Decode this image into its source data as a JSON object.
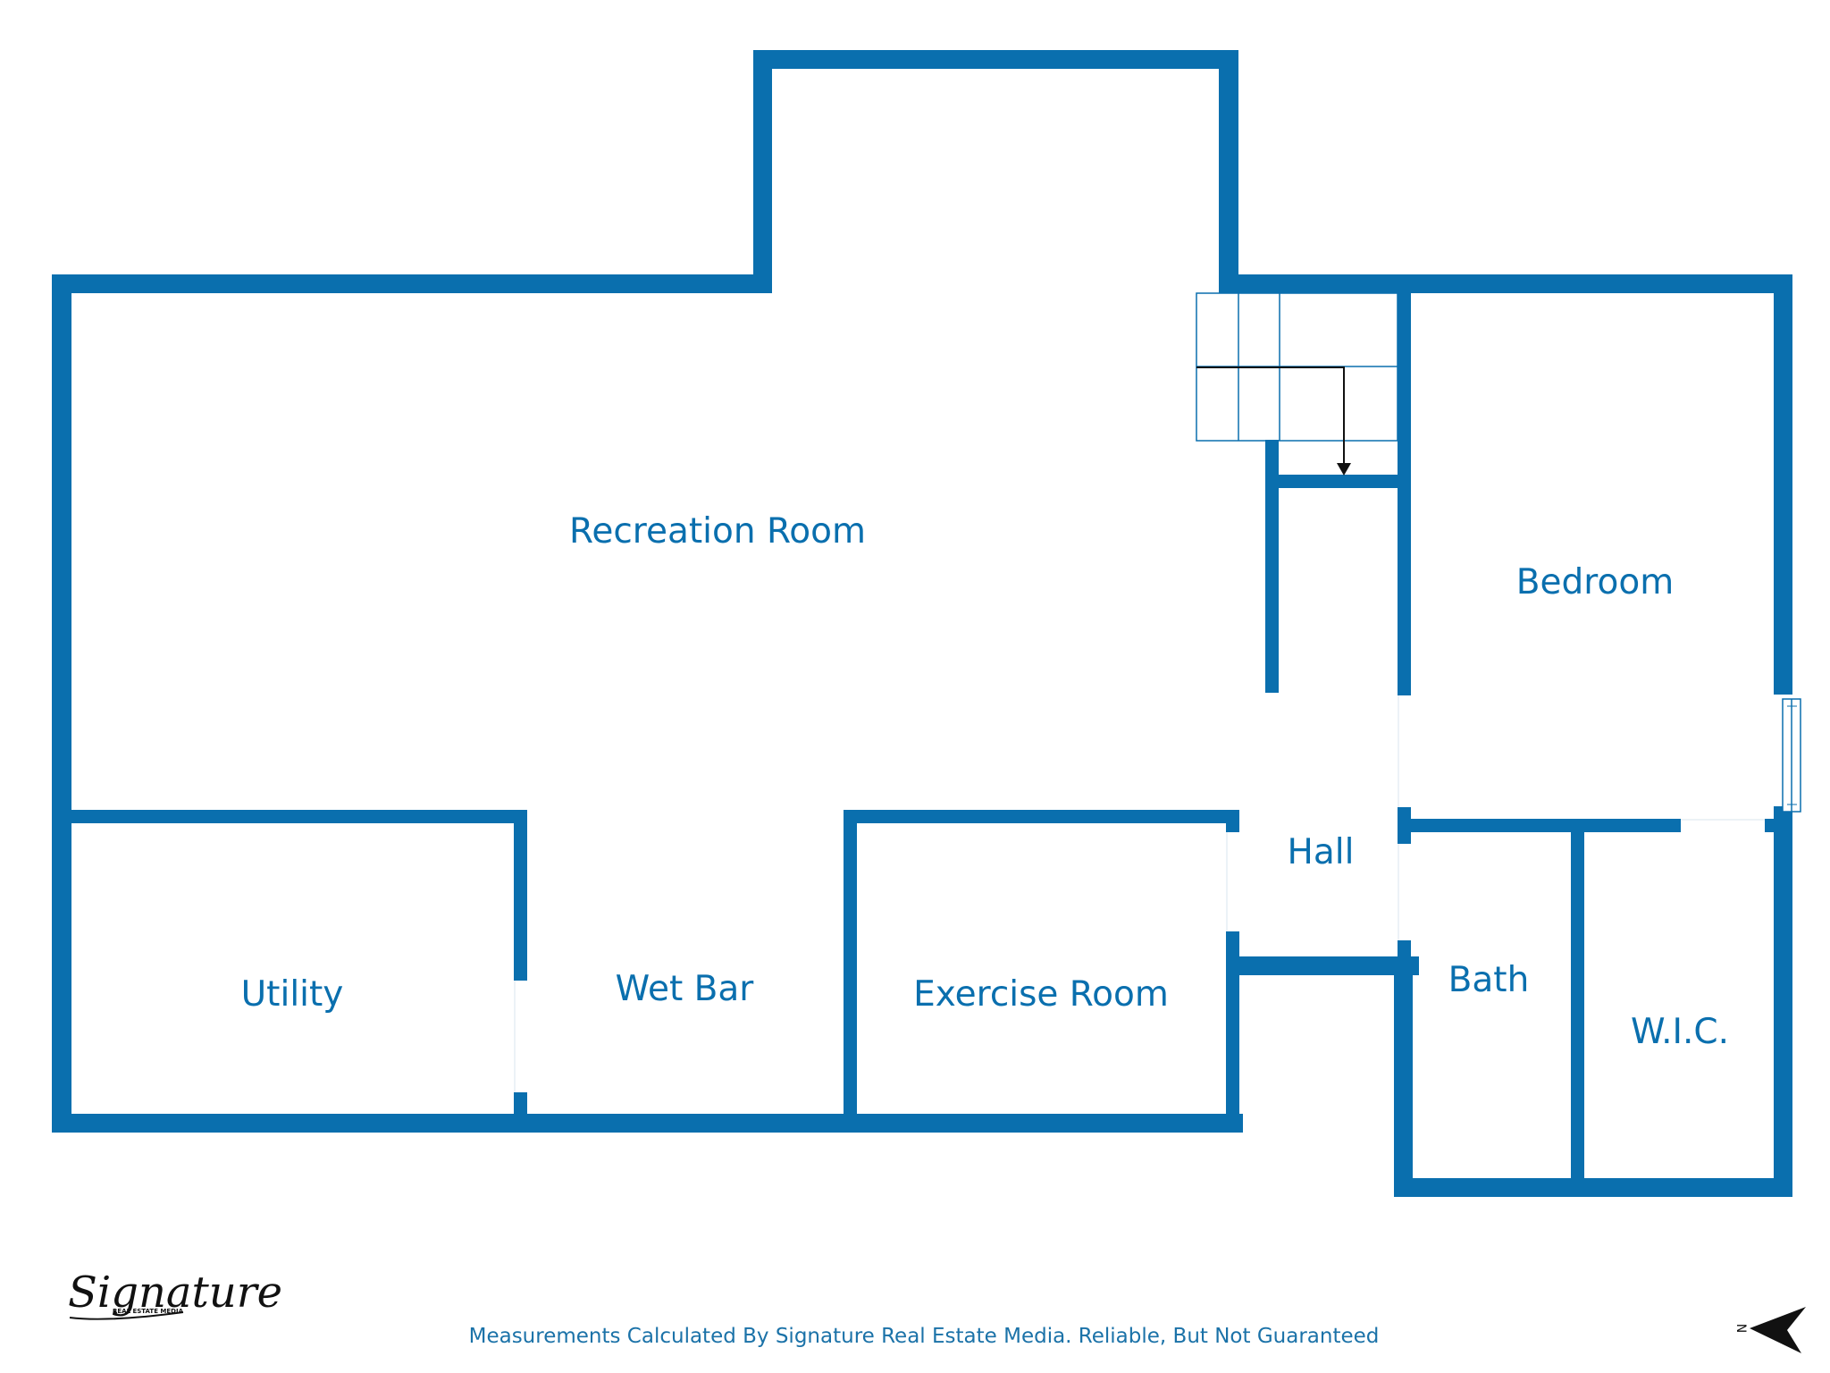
{
  "floorplan": {
    "rooms": {
      "recreation": "Recreation Room",
      "bedroom": "Bedroom",
      "hall": "Hall",
      "utility": "Utility",
      "wet_bar": "Wet Bar",
      "exercise": "Exercise Room",
      "bath": "Bath",
      "wic": "W.I.C."
    },
    "wall_color": "#0a6fae"
  },
  "footer": {
    "disclaimer": "Measurements Calculated By Signature Real Estate Media. Reliable, But Not Guaranteed"
  },
  "logo": {
    "script": "Signature",
    "tagline": "REAL ESTATE MEDIA"
  },
  "compass": {
    "direction": "N",
    "icon": "north-arrow-icon"
  }
}
